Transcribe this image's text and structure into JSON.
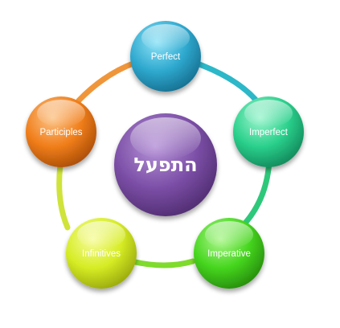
{
  "center": {
    "label": "התפעל",
    "color": "#7b4ea6"
  },
  "nodes": [
    {
      "id": "perfect",
      "label": "Perfect",
      "color": "#2fa9cf"
    },
    {
      "id": "imperfect",
      "label": "Imperfect",
      "color": "#2ad08c"
    },
    {
      "id": "imperative",
      "label": "Imperative",
      "color": "#46d61e"
    },
    {
      "id": "infinitives",
      "label": "Infinitives",
      "color": "#d6ec24"
    },
    {
      "id": "participles",
      "label": "Participles",
      "color": "#f07e1a"
    }
  ],
  "ring_segment_colors": [
    [
      "#3cbcd9",
      "#28c2b3"
    ],
    [
      "#28c4a0",
      "#34cd62"
    ],
    [
      "#3ccf3c",
      "#a6e033"
    ],
    [
      "#c5e63c",
      "#e0b83c"
    ],
    [
      "#f09a36",
      "#f4a23c"
    ]
  ]
}
